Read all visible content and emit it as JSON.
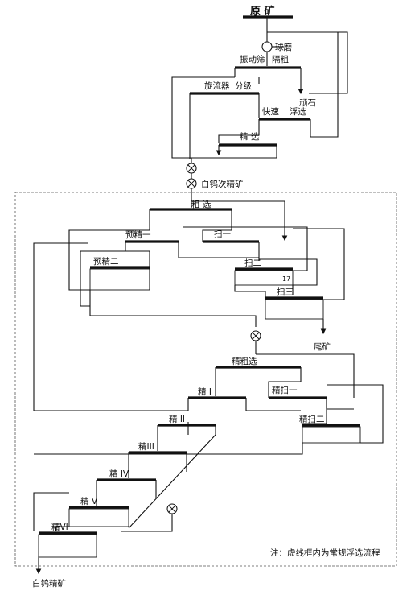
{
  "title": "原    矿",
  "labels": {
    "ball_mill": "球磨",
    "vibrating_screen": "振动筛",
    "isolate_coarse": "隔粗",
    "cyclone": "旋流器",
    "classify": "分级",
    "gravel": "顽石",
    "fast": "快速",
    "flotation": "浮选",
    "clean": "精",
    "select": "选",
    "secondary_conc": "白钨次精矿",
    "rougher": "粗  选",
    "pre_clean_1": "预精一",
    "scav_1": "扫一",
    "pre_clean_2": "预精二",
    "scav_2": "扫二",
    "number_17": "17",
    "scav_3": "扫三",
    "tailings": "尾矿",
    "clean_rougher": "精粗选",
    "clean_I": "精 I",
    "clean_scav_1": "精扫一",
    "clean_scav_2": "精扫二",
    "clean_II": "精 II",
    "clean_III": "精III",
    "clean_IV": "精 IV",
    "clean_V": "精 V",
    "clean_VI": "精VI",
    "final_conc": "白钨精矿",
    "note": "注：虚线框内为常规浮选流程"
  }
}
